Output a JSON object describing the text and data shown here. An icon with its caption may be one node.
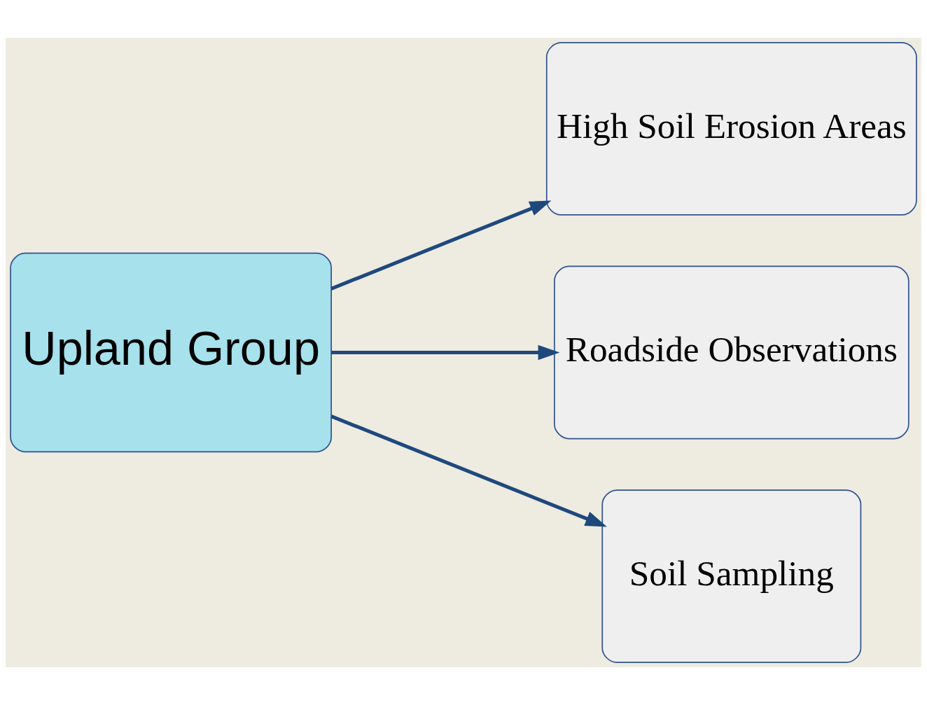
{
  "diagram": {
    "nodes": [
      {
        "text": [
          "Upland Group"
        ]
      },
      {
        "text": [
          "High Soil Erosion Areas"
        ]
      },
      {
        "text": [
          "Roadside Observations"
        ]
      },
      {
        "text": [
          "Soil Sampling"
        ]
      }
    ],
    "edges": [
      {
        "from": 0,
        "to": 1,
        "arrow": "to"
      },
      {
        "from": 0,
        "to": 2,
        "arrow": "to"
      },
      {
        "from": 0,
        "to": 3,
        "arrow": "to"
      }
    ]
  }
}
